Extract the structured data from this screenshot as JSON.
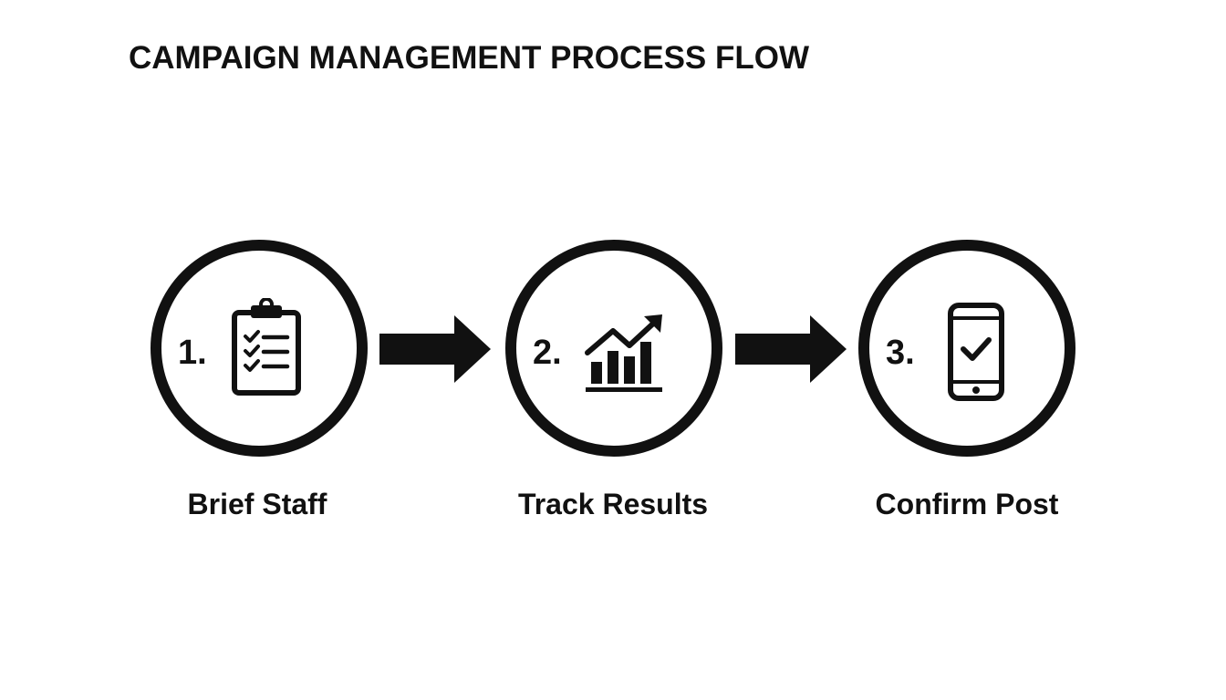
{
  "title": "CAMPAIGN MANAGEMENT PROCESS FLOW",
  "steps": [
    {
      "number": "1.",
      "label": "Brief Staff",
      "icon": "clipboard-checklist-icon"
    },
    {
      "number": "2.",
      "label": "Track Results",
      "icon": "bar-chart-growth-icon"
    },
    {
      "number": "3.",
      "label": "Confirm Post",
      "icon": "smartphone-check-icon"
    }
  ],
  "connectors": [
    "arrow-right",
    "arrow-right"
  ],
  "colors": {
    "foreground": "#111111",
    "background": "#ffffff"
  }
}
